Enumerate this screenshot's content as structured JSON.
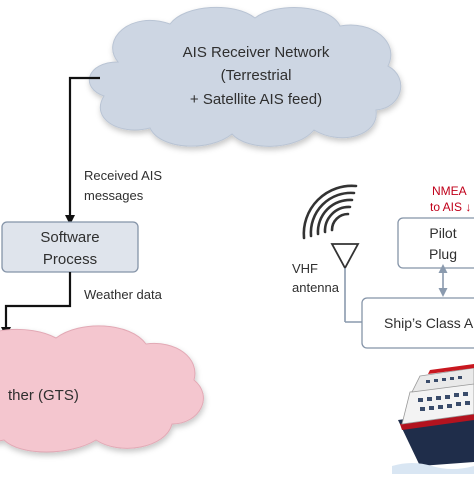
{
  "cloud_ais": {
    "line1": "AIS Receiver Network",
    "line2": "(Terrestrial",
    "line3": "+ Satellite AIS feed)"
  },
  "edge_received": {
    "line1": "Received AIS",
    "line2": "messages"
  },
  "software_process": {
    "line1": "Software",
    "line2": "Process"
  },
  "edge_weather": "Weather data",
  "cloud_gts": {
    "label": "ther (GTS)"
  },
  "antenna_label": {
    "line1": "VHF",
    "line2": "antenna"
  },
  "nmea_label": {
    "line1": "NMEA",
    "line2": "to AIS ↓"
  },
  "pilot_plug": {
    "line1": "Pilot",
    "line2": "Plug"
  },
  "ships_class": "Ship’s Class A",
  "colors": {
    "cloud_blue": "#cdd6e3",
    "cloud_pink": "#f4c6cf",
    "box_fill": "#dfe4ec",
    "box_stroke": "#8594a8",
    "text": "#2f2f2f",
    "nmea_red": "#c0001a",
    "arrow": "#111111",
    "line_grey": "#8a9aae"
  }
}
